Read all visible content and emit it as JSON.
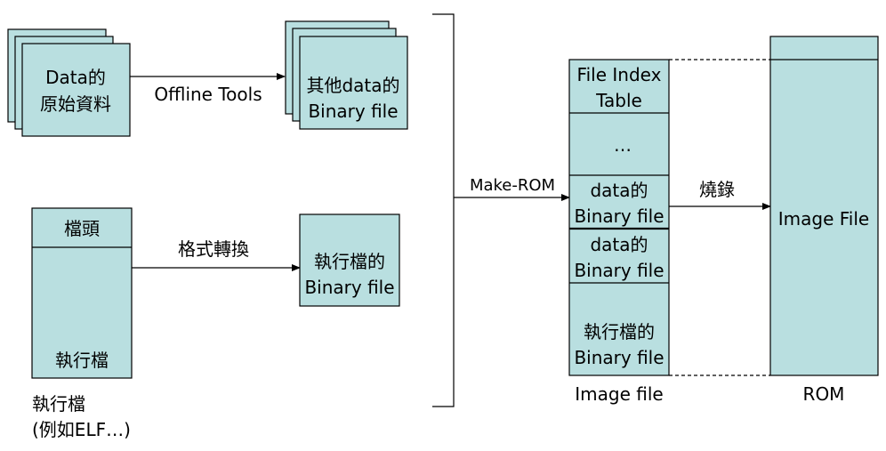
{
  "raw_data": {
    "line1": "Data的",
    "line2": "原始資料"
  },
  "offline_tools_label": "Offline Tools",
  "other_data_binary": {
    "line1": "其他data的",
    "line2": "Binary file"
  },
  "executable_box": {
    "header": "檔頭",
    "body": "執行檔"
  },
  "executable_caption": {
    "line1": "執行檔",
    "line2": "(例如ELF…)"
  },
  "format_convert_label": "格式轉換",
  "exec_binary": {
    "line1": "執行檔的",
    "line2": "Binary file"
  },
  "make_rom_label": "Make-ROM",
  "image_file_sections": [
    {
      "line1": "File Index",
      "line2": "Table"
    },
    {
      "line1": "…",
      "line2": ""
    },
    {
      "line1": "data的",
      "line2": "Binary file"
    },
    {
      "line1": "data的",
      "line2": "Binary file"
    },
    {
      "line1": "執行檔的",
      "line2": "Binary file"
    }
  ],
  "image_file_caption": "Image file",
  "burn_label": "燒錄",
  "rom_content": "Image File",
  "rom_caption": "ROM",
  "colors": {
    "box_fill": "#b9dfe0",
    "stroke": "#000000",
    "background": "#ffffff"
  }
}
